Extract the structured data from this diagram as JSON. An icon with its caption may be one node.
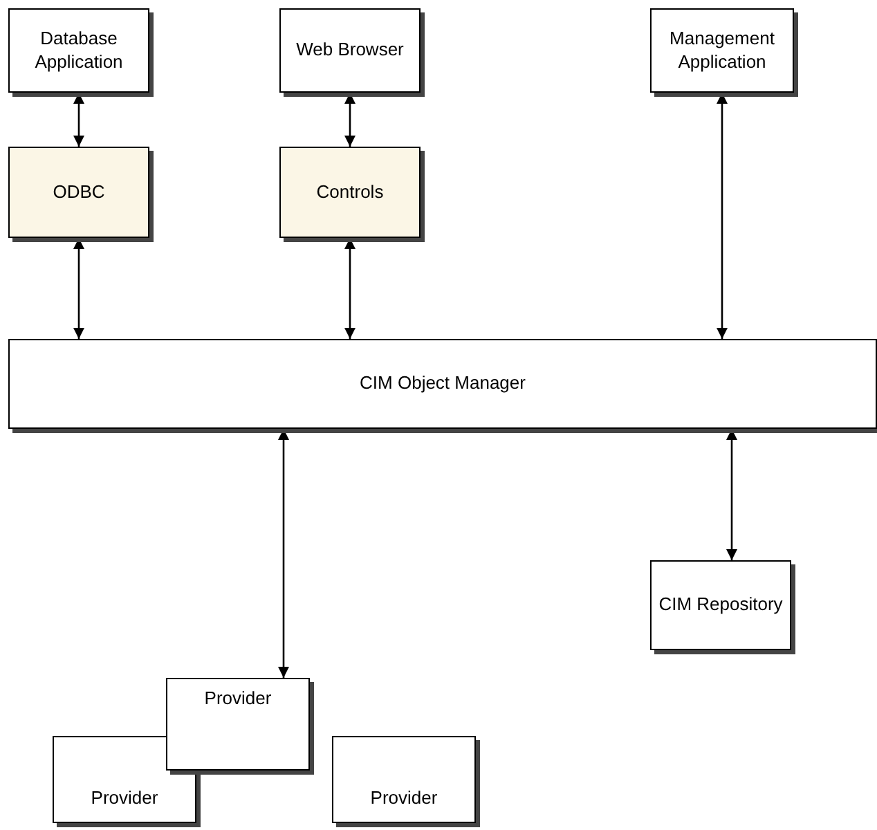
{
  "diagram": {
    "nodes": [
      {
        "text": [
          "Database Application"
        ]
      },
      {
        "text": [
          "Web Browser"
        ]
      },
      {
        "text": [
          "Management Application"
        ]
      },
      {
        "text": [
          "ODBC"
        ]
      },
      {
        "text": [
          "Controls"
        ]
      },
      {
        "text": [
          "CIM Object Manager"
        ]
      },
      {
        "text": [
          "CIM Repository"
        ]
      },
      {
        "text": [
          "Provider"
        ]
      },
      {
        "text": [
          "Provider"
        ]
      },
      {
        "text": [
          "Provider"
        ]
      }
    ],
    "edges": [
      {
        "from": 0,
        "to": 3,
        "arrow": "both"
      },
      {
        "from": 1,
        "to": 4,
        "arrow": "both"
      },
      {
        "from": 3,
        "to": 5,
        "arrow": "both"
      },
      {
        "from": 4,
        "to": 5,
        "arrow": "both"
      },
      {
        "from": 2,
        "to": 5,
        "arrow": "both"
      },
      {
        "from": 5,
        "to": 7,
        "arrow": "both"
      },
      {
        "from": 5,
        "to": 6,
        "arrow": "both"
      }
    ]
  }
}
